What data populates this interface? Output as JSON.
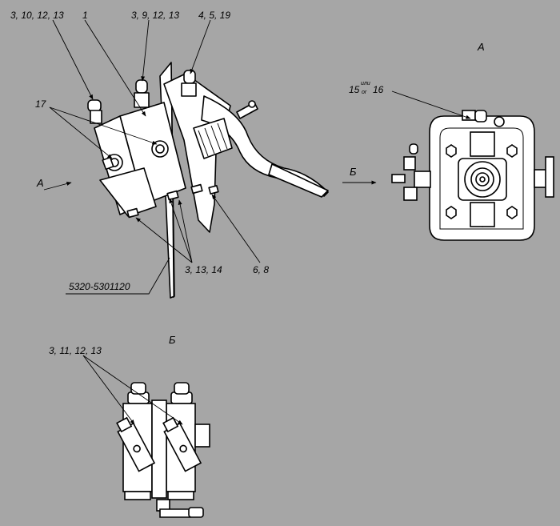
{
  "callouts": {
    "c_3_10_12_13": "3, 10, 12, 13",
    "c_1": "1",
    "c_3_9_12_13": "3, 9, 12, 13",
    "c_4_5_19": "4, 5, 19",
    "c_17": "17",
    "c_3_13_14": "3, 13, 14",
    "c_6_8": "6, 8",
    "c_part_no": "5320-5301120",
    "c_15": "15",
    "c_ili": "или",
    "c_or": "or",
    "c_16": "16",
    "c_3_11_12_13": "3, 11, 12, 13"
  },
  "views": {
    "view_a_arrow": "А",
    "view_a_title": "А",
    "view_b_arrow": "Б",
    "view_b_title": "Б"
  },
  "colors": {
    "background": "#a6a6a6",
    "line": "#000000",
    "fill": "#ffffff"
  }
}
